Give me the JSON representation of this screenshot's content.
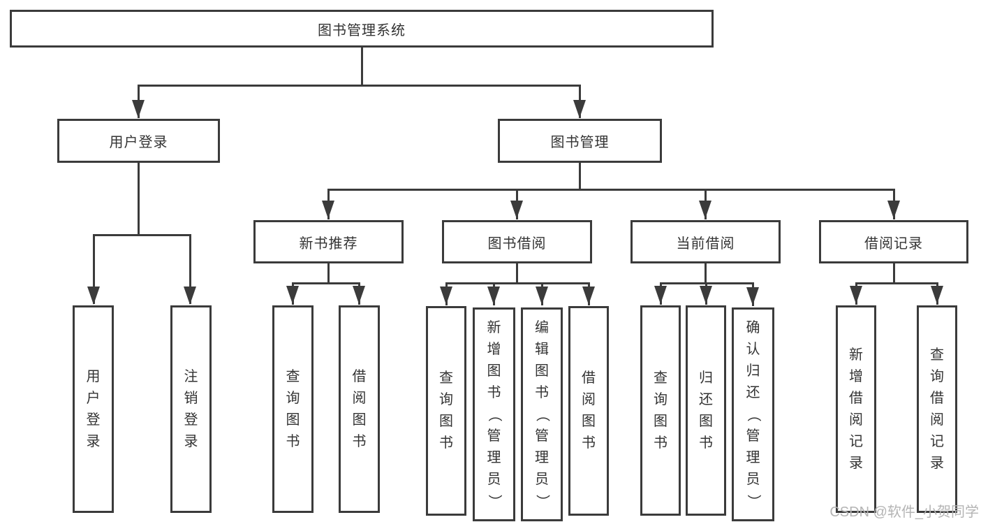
{
  "tree": {
    "root": {
      "label": "图书管理系统"
    },
    "branches": [
      {
        "label": "用户登录",
        "leaves": [
          {
            "label": "用户登录"
          },
          {
            "label": "注销登录"
          }
        ]
      },
      {
        "label": "图书管理",
        "groups": [
          {
            "label": "新书推荐",
            "leaves": [
              {
                "label": "查询图书"
              },
              {
                "label": "借阅图书"
              }
            ]
          },
          {
            "label": "图书借阅",
            "leaves": [
              {
                "label": "查询图书"
              },
              {
                "label": "新增图书（管理员）"
              },
              {
                "label": "编辑图书（管理员）"
              },
              {
                "label": "借阅图书"
              }
            ]
          },
          {
            "label": "当前借阅",
            "leaves": [
              {
                "label": "查询图书"
              },
              {
                "label": "归还图书"
              },
              {
                "label": "确认归还（管理员）"
              }
            ]
          },
          {
            "label": "借阅记录",
            "leaves": [
              {
                "label": "新增借阅记录"
              },
              {
                "label": "查询借阅记录"
              }
            ]
          }
        ]
      }
    ]
  },
  "watermark": {
    "text": "CSDN @软件_小贺同学"
  },
  "colors": {
    "stroke": "#3b3b3b",
    "text": "#333333",
    "watermark": "#b4b4b4",
    "background": "#ffffff"
  }
}
